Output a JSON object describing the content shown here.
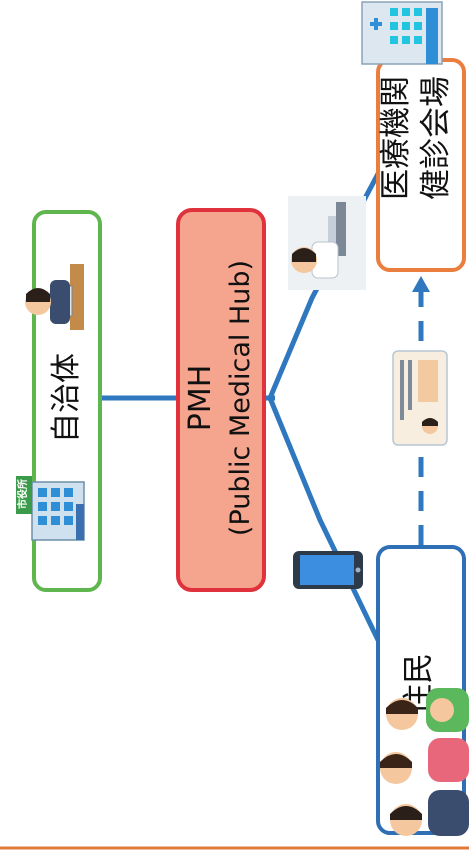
{
  "nodes": {
    "municipality": {
      "label": "自治体"
    },
    "pmh": {
      "label_main": "PMH",
      "label_sub": "(Public Medical Hub)"
    },
    "medical": {
      "label_line1": "医療機関",
      "label_line2": "健診会場"
    },
    "resident": {
      "label": "住民"
    }
  },
  "icons": {
    "city_hall_sign": "市役所"
  },
  "colors": {
    "municipality_border": "#5fb64e",
    "pmh_border": "#e0323c",
    "pmh_fill": "#f5a58e",
    "medical_border": "#ea7e3e",
    "resident_border": "#2f6fb5",
    "connector": "#2f77bf",
    "bottom_rule": "#e07a3a"
  }
}
